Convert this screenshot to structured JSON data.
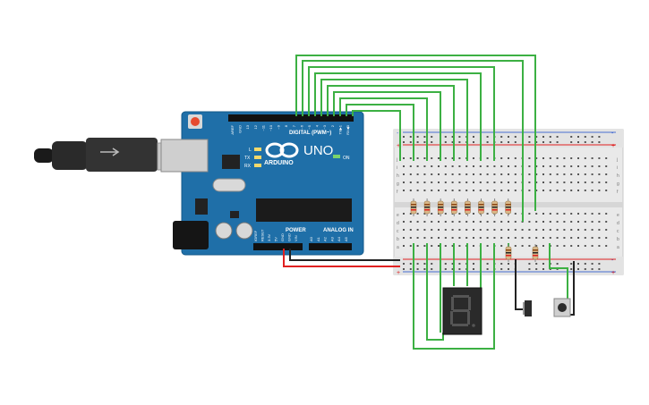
{
  "arduino": {
    "brand": "ARDUINO",
    "model": "UNO",
    "digital_header_label": "DIGITAL (PWM~)",
    "power_label": "POWER",
    "analog_label": "ANALOG IN",
    "on_label": "ON",
    "led_labels": [
      "L",
      "TX",
      "RX"
    ],
    "top_pin_labels": [
      "AREF",
      "GND",
      "13",
      "12",
      "~11",
      "~10",
      "~9",
      "8",
      "7",
      "~6",
      "~5",
      "4",
      "~3",
      "2",
      "TX▶1",
      "RX◀0"
    ],
    "power_pin_labels": [
      "IOREF",
      "RESET",
      "3.3V",
      "5V",
      "GND",
      "GND",
      "VIN"
    ],
    "analog_pin_labels": [
      "A0",
      "A1",
      "A2",
      "A3",
      "A4",
      "A5"
    ]
  },
  "breadboard": {
    "row_letters_top": [
      "j",
      "i",
      "h",
      "g",
      "f"
    ],
    "row_letters_bottom": [
      "e",
      "d",
      "c",
      "b",
      "a"
    ],
    "rail_signs": [
      "-",
      "+"
    ]
  },
  "components": {
    "seven_segment": "7-segment display",
    "resistor_count": 10,
    "pushbuttons": 2
  },
  "colors": {
    "wire_green": "#3cb043",
    "wire_red": "#e02020",
    "wire_black": "#222222",
    "board_blue": "#1f6fa8",
    "breadboard": "#e9e9e9"
  }
}
